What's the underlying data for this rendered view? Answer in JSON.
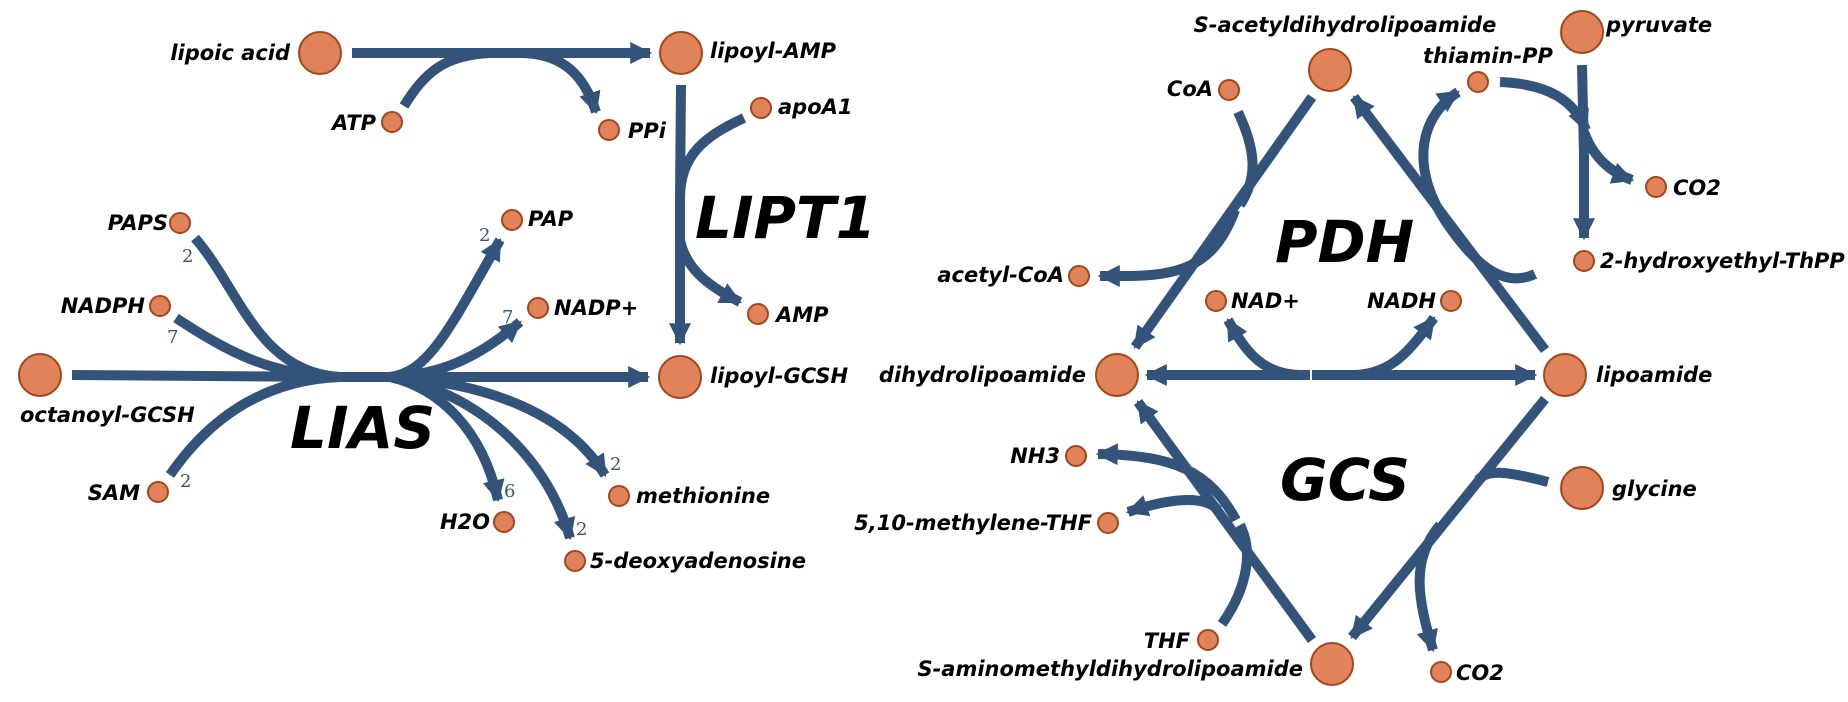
{
  "colors": {
    "edge": "#34537a",
    "node_fill": "#e0835a",
    "node_stroke": "#a4461c"
  },
  "enzymes": {
    "lipt1": "LIPT1",
    "lias": "LIAS",
    "pdh": "PDH",
    "gcs": "GCS"
  },
  "metabolites": {
    "lipoic_acid": "lipoic acid",
    "lipoyl_amp": "lipoyl-AMP",
    "atp": "ATP",
    "ppi": "PPi",
    "apoa1": "apoA1",
    "amp": "AMP",
    "lipoyl_gcsh": "lipoyl-GCSH",
    "octanoyl_gcsh": "octanoyl-GCSH",
    "paps": "PAPS",
    "nadph": "NADPH",
    "sam": "SAM",
    "pap": "PAP",
    "nadp_plus": "NADP+",
    "h2o": "H2O",
    "methionine": "methionine",
    "deoxyadenosine": "5-deoxyadenosine",
    "s_acetyldihydrolipoamide": "S-acetyldihydrolipoamide",
    "pyruvate": "pyruvate",
    "thiamin_pp": "thiamin-PP",
    "coa": "CoA",
    "co2_top": "CO2",
    "hydroxyethyl_thpp": "2-hydroxyethyl-ThPP",
    "acetyl_coa": "acetyl-CoA",
    "nad_plus": "NAD+",
    "nadh": "NADH",
    "dihydrolipoamide": "dihydrolipoamide",
    "lipoamide": "lipoamide",
    "nh3": "NH3",
    "methylene_thf": "5,10-methylene-THF",
    "glycine": "glycine",
    "thf": "THF",
    "s_aminomethyldihydrolipoamide": "S-aminomethyldihydrolipoamide",
    "co2_bottom": "CO2"
  },
  "stoichiometry": {
    "paps": "2",
    "nadph": "7",
    "sam": "2",
    "pap": "2",
    "nadp_plus": "7",
    "h2o": "6",
    "methionine": "2",
    "deoxyadenosine": "2"
  }
}
